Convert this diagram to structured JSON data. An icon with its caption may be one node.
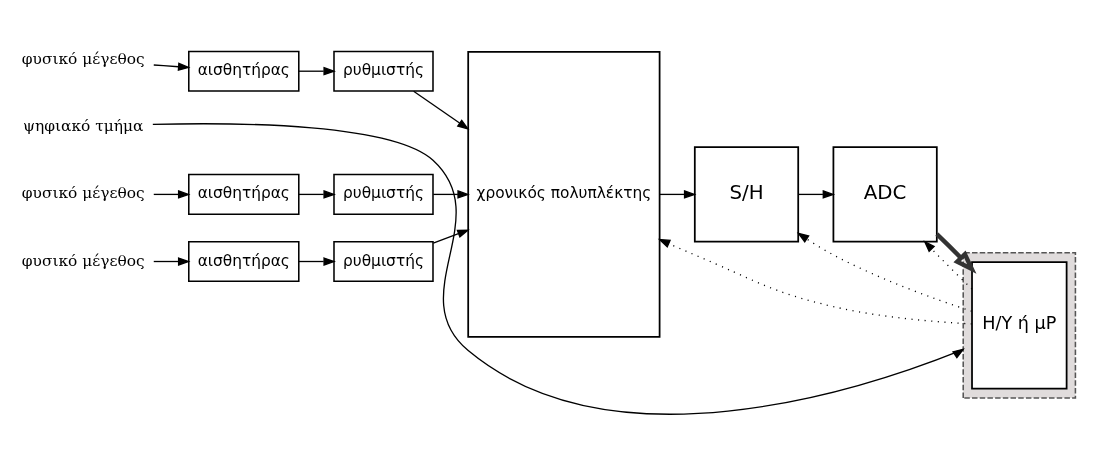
{
  "diagram": {
    "nodes": [
      {
        "text": [
          "φυσικό μέγεθος"
        ]
      },
      {
        "text": [
          "αισθητήρας"
        ]
      },
      {
        "text": [
          "ρυθμιστής"
        ]
      },
      {
        "text": [
          "φυσικό μέγεθος"
        ]
      },
      {
        "text": [
          "αισθητήρας"
        ]
      },
      {
        "text": [
          "ρυθμιστής"
        ]
      },
      {
        "text": [
          "φυσικό μέγεθος"
        ]
      },
      {
        "text": [
          "αισθητήρας"
        ]
      },
      {
        "text": [
          "ρυθμιστής"
        ]
      },
      {
        "text": [
          "χρονικός πολυπλέκτης"
        ]
      },
      {
        "text": [
          "S/H"
        ]
      },
      {
        "text": [
          "ADC"
        ]
      },
      {
        "text": [],
        "shape": "box"
      },
      {
        "text": [
          "H/Y ή μP"
        ],
        "in": 12
      },
      {
        "text": [
          "ψηφιακό τμήμα"
        ]
      }
    ],
    "edges": [
      {
        "from": 0,
        "to": 1,
        "arrow": "to"
      },
      {
        "from": 1,
        "to": 2,
        "arrow": "to"
      },
      {
        "from": 2,
        "to": 9,
        "arrow": "to"
      },
      {
        "from": 3,
        "to": 4,
        "arrow": "to"
      },
      {
        "from": 4,
        "to": 5,
        "arrow": "to"
      },
      {
        "from": 5,
        "to": 9,
        "arrow": "to"
      },
      {
        "from": 6,
        "to": 7,
        "arrow": "to"
      },
      {
        "from": 7,
        "to": 8,
        "arrow": "to"
      },
      {
        "from": 8,
        "to": 9,
        "arrow": "to"
      },
      {
        "from": 9,
        "to": 10,
        "arrow": "to"
      },
      {
        "from": 10,
        "to": 11,
        "arrow": "to"
      },
      {
        "from": 11,
        "to": 13,
        "arrow": "to",
        "style": "thick"
      },
      {
        "from": 13,
        "to": 10,
        "arrow": "to",
        "style": "dashed"
      },
      {
        "from": 13,
        "to": 11,
        "arrow": "to",
        "style": "dashed"
      },
      {
        "from": 13,
        "to": 9,
        "arrow": "to",
        "style": "dashed"
      },
      {
        "from": 14,
        "to": 12,
        "arrow": "to"
      }
    ]
  }
}
